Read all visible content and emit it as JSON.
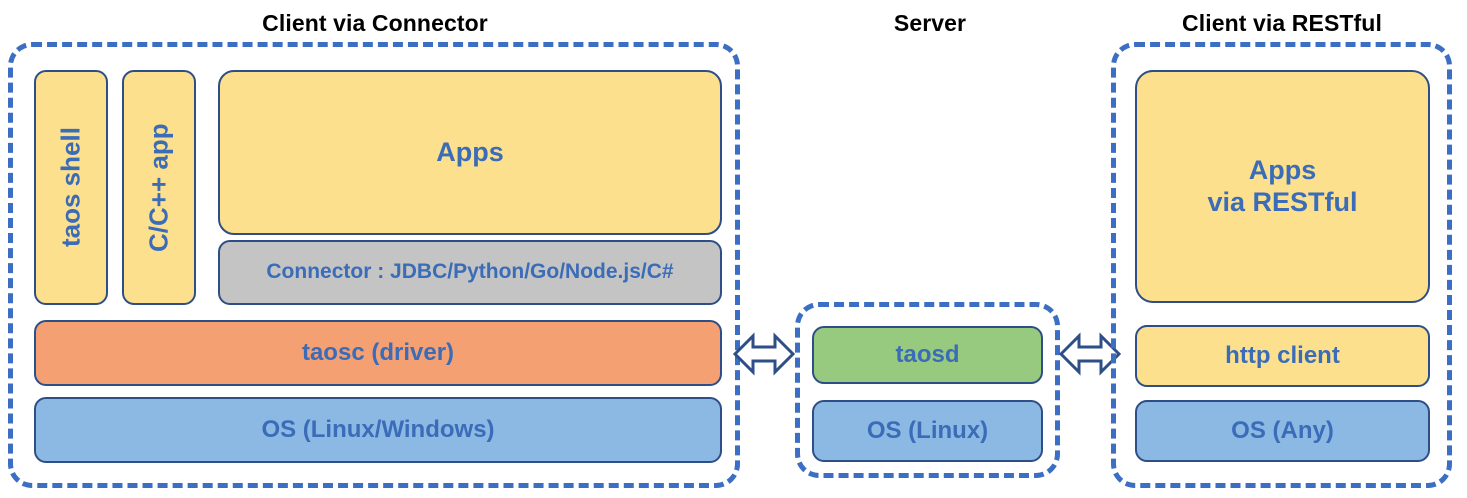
{
  "diagram": {
    "type": "architecture-block-diagram",
    "background_color": "#FFFFFF",
    "palette": {
      "panel_dashed_border": "#3C6FC4",
      "box_border": "#2E4E87",
      "box_label_text": "#3A6CB8",
      "title_text": "#000000",
      "yellow": "#FCE08D",
      "orange": "#F4A073",
      "blue": "#8CB8E4",
      "green": "#97C97F",
      "gray": "#C4C4C4"
    }
  },
  "sections": {
    "client_connector": {
      "title": "Client via Connector",
      "boxes": {
        "taos_shell": "taos shell",
        "c_cpp_app": "C/C++ app",
        "apps": "Apps",
        "connector": "Connector : JDBC/Python/Go/Node.js/C#",
        "taosc": "taosc (driver)",
        "os": "OS (Linux/Windows)"
      }
    },
    "server": {
      "title": "Server",
      "boxes": {
        "taosd": "taosd",
        "os": "OS (Linux)"
      }
    },
    "client_restful": {
      "title": "Client via RESTful",
      "boxes": {
        "apps": "Apps\nvia RESTful",
        "apps_line1": "Apps",
        "apps_line2": "via RESTful",
        "http_client": "http client",
        "os": "OS (Any)"
      }
    }
  },
  "connectors": [
    {
      "name": "client-connector-to-server",
      "icon": "double-headed-arrow",
      "direction": "bidirectional"
    },
    {
      "name": "server-to-client-restful",
      "icon": "double-headed-arrow",
      "direction": "bidirectional"
    }
  ]
}
